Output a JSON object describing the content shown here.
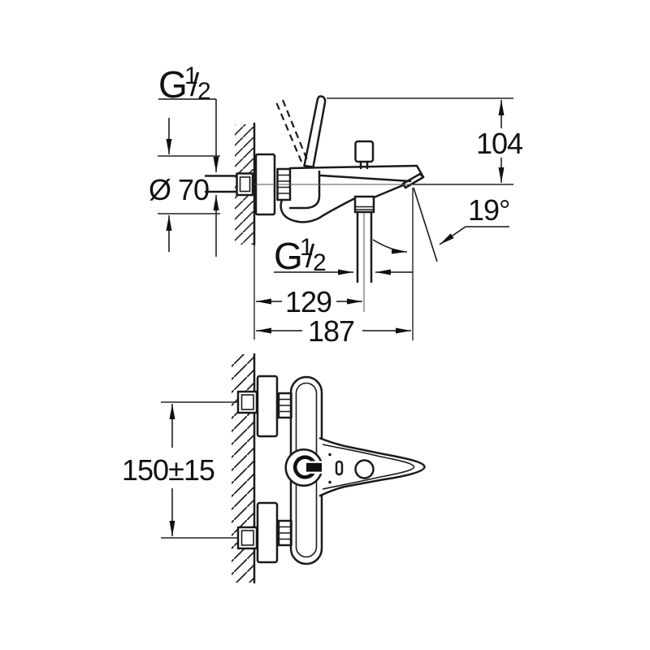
{
  "style": {
    "background": "#ffffff",
    "ink": "#111111"
  },
  "side_view": {
    "thread_label_top": {
      "g": "G",
      "num": "1",
      "slash": "/",
      "den": "2"
    },
    "escutcheon_diameter_label": "Ø 70",
    "height_label": "104",
    "angle_label": "19°",
    "thread_label_bottom": {
      "g": "G",
      "num": "1",
      "slash": "/",
      "den": "2"
    },
    "shower_outlet_distance_label": "129",
    "spout_reach_label": "187"
  },
  "plan_view": {
    "inlet_spacing_label": "150±15"
  }
}
